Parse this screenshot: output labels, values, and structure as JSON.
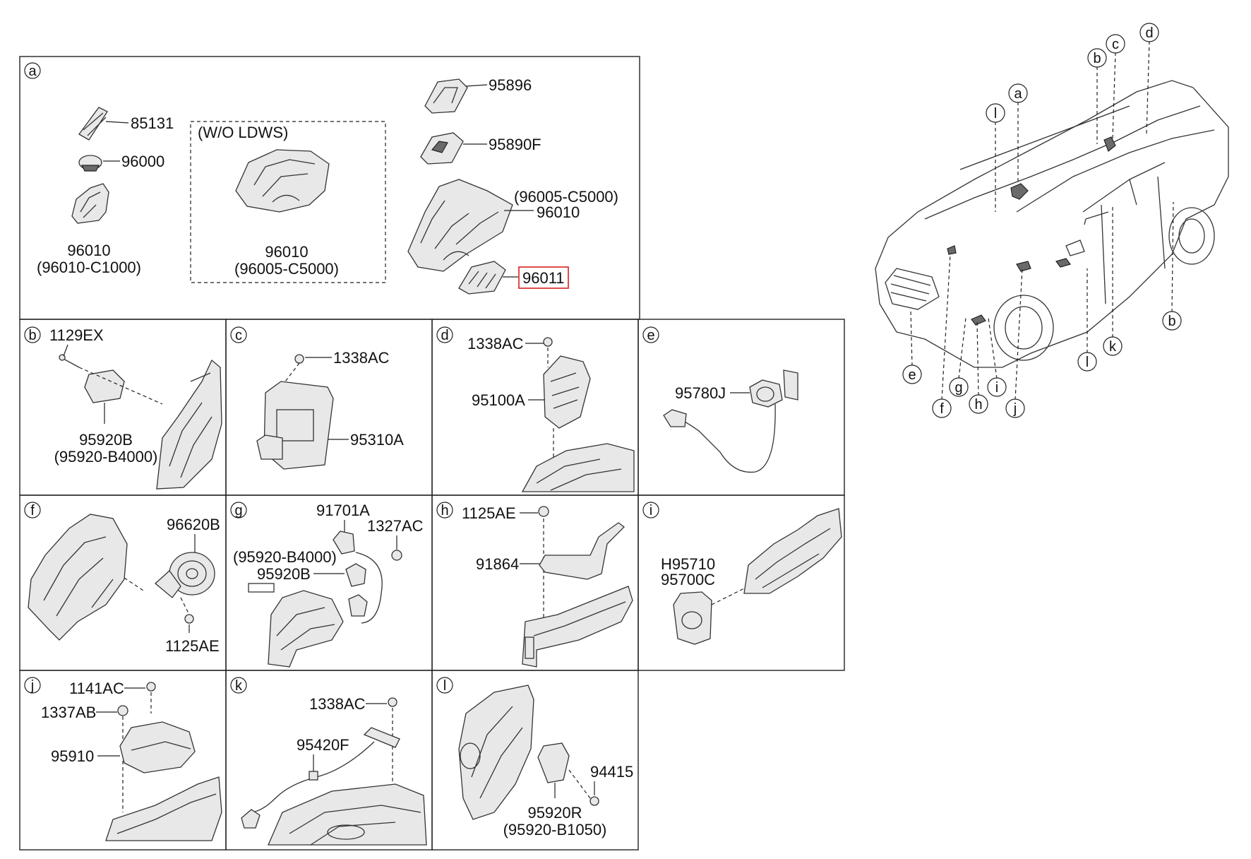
{
  "panels": {
    "a": {
      "id": "a",
      "group_caption": "(W/O LDWS)",
      "labels": [
        "85131",
        "96000",
        "96010",
        "(96010-C1000)",
        "96010",
        "(96005-C5000)",
        "95896",
        "95890F",
        "(96005-C5000)",
        "96010",
        "96011"
      ],
      "highlighted": "96011"
    },
    "b": {
      "id": "b",
      "labels": [
        "1129EX",
        "95920B",
        "(95920-B4000)"
      ]
    },
    "c": {
      "id": "c",
      "labels": [
        "1338AC",
        "95310A"
      ]
    },
    "d": {
      "id": "d",
      "labels": [
        "1338AC",
        "95100A"
      ]
    },
    "e": {
      "id": "e",
      "labels": [
        "95780J"
      ]
    },
    "f": {
      "id": "f",
      "labels": [
        "96620B",
        "1125AE"
      ]
    },
    "g": {
      "id": "g",
      "labels": [
        "91701A",
        "1327AC",
        "(95920-B4000)",
        "95920B"
      ]
    },
    "h": {
      "id": "h",
      "labels": [
        "1125AE",
        "91864"
      ]
    },
    "i": {
      "id": "i",
      "labels": [
        "H95710",
        "95700C"
      ]
    },
    "j": {
      "id": "j",
      "labels": [
        "1141AC",
        "1337AB",
        "95910"
      ]
    },
    "k": {
      "id": "k",
      "labels": [
        "1338AC",
        "95420F"
      ]
    },
    "l": {
      "id": "l",
      "labels": [
        "94415",
        "95920R",
        "(95920-B1050)"
      ]
    }
  },
  "vehicle_callouts": [
    "a",
    "b",
    "c",
    "d",
    "l",
    "b",
    "k",
    "l",
    "e",
    "f",
    "g",
    "h",
    "i",
    "j"
  ],
  "colors": {
    "highlight": "#d62020",
    "line": "#222222",
    "background": "#ffffff"
  }
}
